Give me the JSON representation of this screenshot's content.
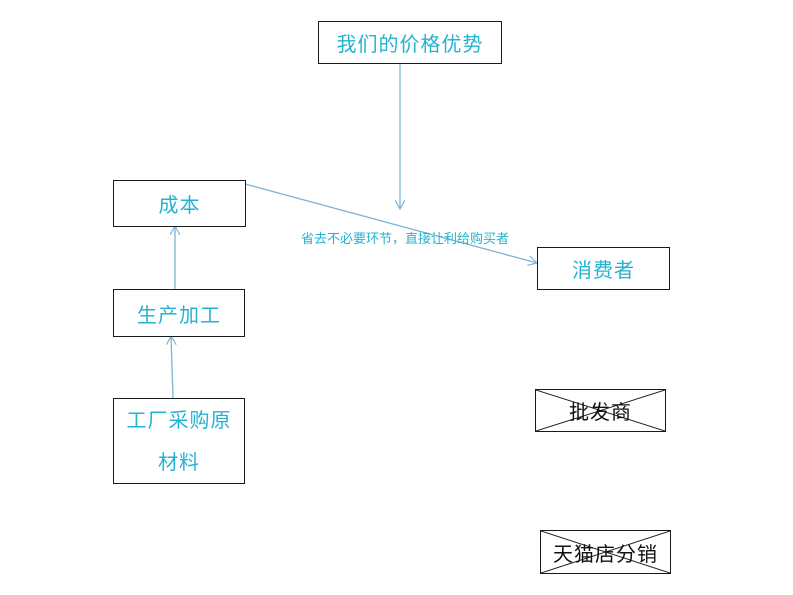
{
  "colors": {
    "text_accent": "#23b3d1",
    "arrow": "#7fb3d5",
    "border": "#1a1a1a"
  },
  "nodes": {
    "price_advantage": "我们的价格优势",
    "cost": "成本",
    "consumer": "消费者",
    "production": "生产加工",
    "raw_materials_line1": "工厂采购原",
    "raw_materials_line2": "材料",
    "wholesaler": "批发商",
    "tmall_distribution": "天猫店分销"
  },
  "annotation": "省去不必要环节，直接让利给购买者"
}
